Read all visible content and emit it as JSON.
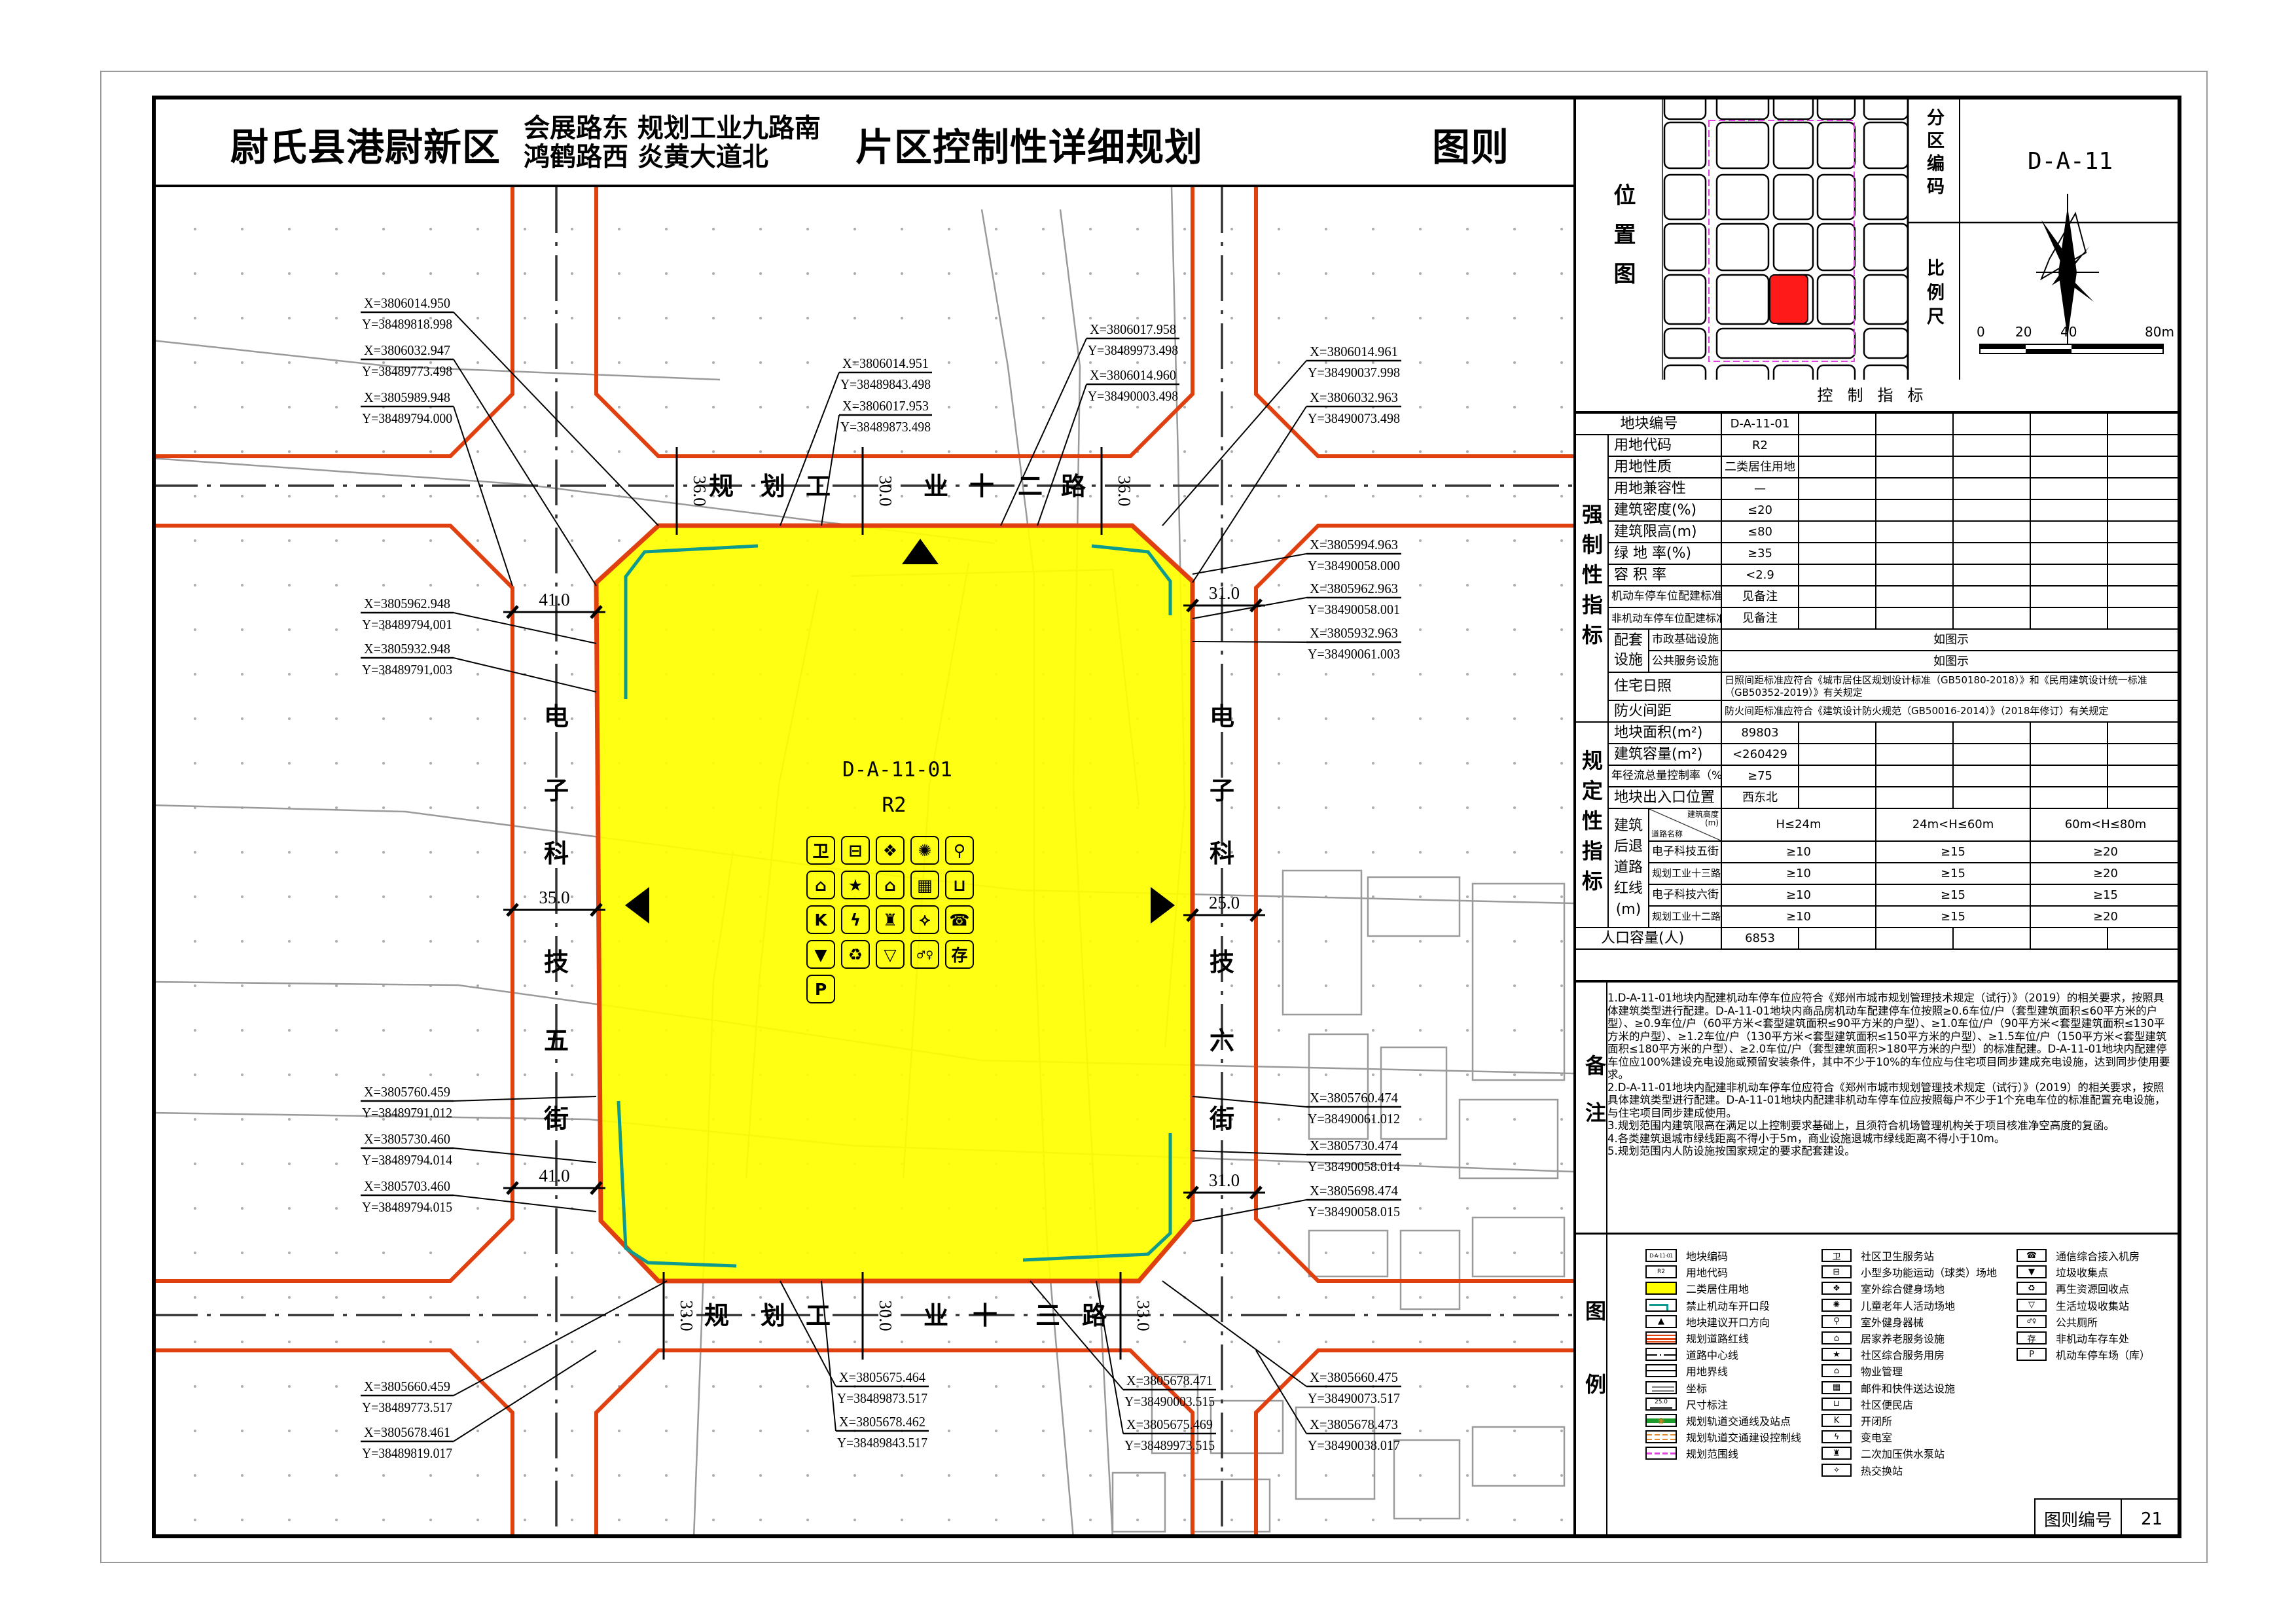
{
  "title": {
    "county": "尉氏县港尉新区",
    "loc_line1": "会展路东  规划工业九路南",
    "loc_line2": "鸿鹤路西  炎黄大道北",
    "plan": "片区控制性详细规划",
    "doc_type": "图则"
  },
  "location": {
    "label": "位置图",
    "zone_label": "分区编码",
    "zone_code": "D-A-11",
    "scale_label": "比例尺",
    "scale_ticks": [
      "0",
      "20",
      "40",
      "80m"
    ]
  },
  "control": {
    "title": "控制指标",
    "parcel_id_label": "地块编号",
    "parcel_id": "D-A-11-01",
    "mandatory_label": "强制性指标",
    "mandatory": [
      {
        "label": "用地代码",
        "value": "R2"
      },
      {
        "label": "用地性质",
        "value": "二类居住用地"
      },
      {
        "label": "用地兼容性",
        "value": "—"
      },
      {
        "label": "建筑密度(%)",
        "value": "≤20"
      },
      {
        "label": "建筑限高(m)",
        "value": "≤80"
      },
      {
        "label": "绿 地 率(%)",
        "value": "≥35"
      },
      {
        "label": "容 积 率",
        "value": "<2.9"
      },
      {
        "label": "机动车停车位配建标准",
        "value": "见备注"
      },
      {
        "label": "非机动车停车位配建标准",
        "value": "见备注"
      }
    ],
    "facilities": {
      "group": "配套设施",
      "rows": [
        {
          "label": "市政基础设施",
          "value": "如图示"
        },
        {
          "label": "公共服务设施",
          "value": "如图示"
        }
      ]
    },
    "sunlight": {
      "label": "住宅日照",
      "value": "日照间距标准应符合《城市居住区规划设计标准（GB50180-2018）》和《民用建筑设计统一标准（GB50352-2019）》有关规定"
    },
    "fire": {
      "label": "防火间距",
      "value": "防火间距标准应符合《建筑设计防火规范（GB50016-2014）》（2018年修订）有关规定"
    },
    "regulatory_label": "规定性指标",
    "regulatory": [
      {
        "label": "地块面积(m²)",
        "value": "89803"
      },
      {
        "label": "建筑容量(m²)",
        "value": "<260429"
      },
      {
        "label": "年径流总量控制率（%）",
        "value": "≥75"
      },
      {
        "label": "地块出入口位置",
        "value": "西东北"
      }
    ],
    "setback": {
      "group": "建筑后退道路红线(m)",
      "diag_top": "建筑高度(m)",
      "diag_bottom": "道路名称",
      "headers": [
        "H≤24m",
        "24m<H≤60m",
        "60m<H≤80m"
      ],
      "rows": [
        {
          "road": "电子科技五街",
          "values": [
            "≥10",
            "≥15",
            "≥20"
          ]
        },
        {
          "road": "规划工业十三路",
          "values": [
            "≥10",
            "≥15",
            "≥20"
          ]
        },
        {
          "road": "电子科技六街",
          "values": [
            "≥10",
            "≥15",
            "≥15"
          ]
        },
        {
          "road": "规划工业十二路",
          "values": [
            "≥10",
            "≥15",
            "≥20"
          ]
        }
      ]
    },
    "population": {
      "label": "人口容量(人)",
      "value": "6853"
    }
  },
  "notes": {
    "label": "备注",
    "items": [
      "1.D-A-11-01地块内配建机动车停车位应符合《郑州市城市规划管理技术规定（试行）》（2019）的相关要求，按照具体建筑类型进行配建。D-A-11-01地块内商品房机动车配建停车位按照≥0.6车位/户（套型建筑面积≤60平方米的户型）、≥0.9车位/户（60平方米<套型建筑面积≤90平方米的户型）、≥1.0车位/户（90平方米<套型建筑面积≤130平方米的户型）、≥1.2车位/户（130平方米<套型建筑面积≤150平方米的户型）、≥1.5车位/户（150平方米<套型建筑面积≤180平方米的户型）、≥2.0车位/户（套型建筑面积>180平方米的户型）的标准配建。D-A-11-01地块内配建停车位应100%建设充电设施或预留安装条件，其中不少于10%的车位应与住宅项目同步建成充电设施，达到同步使用要求。",
      "2.D-A-11-01地块内配建非机动车停车位应符合《郑州市城市规划管理技术规定（试行）》（2019）的相关要求，按照具体建筑类型进行配建。D-A-11-01地块内配建非机动车停车位应按照每户不少于1个充电车位的标准配置充电设施，与住宅项目同步建成使用。",
      "3.规划范围内建筑限高在满足以上控制要求基础上，且须符合机场管理机构关于项目核准净空高度的复函。",
      "4.各类建筑退城市绿线距离不得小于5m，商业设施退城市绿线距离不得小于10m。",
      "5.规划范围内人防设施按国家规定的要求配套建设。"
    ]
  },
  "legend": {
    "label": "图例",
    "samples": {
      "parcel_code": "D-A-11-01",
      "land_code": "R2",
      "dimension": "25.0"
    },
    "col1": [
      "地块编码",
      "用地代码",
      "二类居住用地",
      "禁止机动车开口段",
      "地块建议开口方向",
      "规划道路红线",
      "道路中心线",
      "用地界线",
      "坐标",
      "尺寸标注",
      "规划轨道交通线及站点",
      "规划轨道交通建设控制线",
      "规划范围线"
    ],
    "col2": [
      {
        "label": "社区卫生服务站",
        "icon": "health-station-icon",
        "glyph": "卫"
      },
      {
        "label": "小型多功能运动（球类）场地",
        "icon": "sports-court-icon",
        "glyph": "⊟"
      },
      {
        "label": "室外综合健身场地",
        "icon": "fitness-field-icon",
        "glyph": "❖"
      },
      {
        "label": "儿童老年人活动场地",
        "icon": "activity-ground-icon",
        "glyph": "✺"
      },
      {
        "label": "室外健身器械",
        "icon": "fitness-equipment-icon",
        "glyph": "⚲"
      },
      {
        "label": "居家养老服务设施",
        "icon": "elderly-care-icon",
        "glyph": "⌂"
      },
      {
        "label": "社区综合服务用房",
        "icon": "star-icon",
        "glyph": "★"
      },
      {
        "label": "物业管理",
        "icon": "property-house-icon",
        "glyph": "⌂"
      },
      {
        "label": "邮件和快件送达设施",
        "icon": "parcel-locker-icon",
        "glyph": "▦"
      },
      {
        "label": "社区便民店",
        "icon": "basket-icon",
        "glyph": "⊔"
      },
      {
        "label": "开闭所",
        "icon": "switch-station-icon",
        "glyph": "K"
      },
      {
        "label": "变电室",
        "icon": "lightning-icon",
        "glyph": "ϟ"
      },
      {
        "label": "二次加压供水泵站",
        "icon": "water-pump-icon",
        "glyph": "♜"
      },
      {
        "label": "热交换站",
        "icon": "heat-exchange-icon",
        "glyph": "⟡"
      }
    ],
    "col3": [
      {
        "label": "通信综合接入机房",
        "icon": "telecom-icon",
        "glyph": "☎"
      },
      {
        "label": "垃圾收集点",
        "icon": "trash-bin-icon",
        "glyph": "▼"
      },
      {
        "label": "再生资源回收点",
        "icon": "recycle-icon",
        "glyph": "♻"
      },
      {
        "label": "生活垃圾收集站",
        "icon": "garbage-station-icon",
        "glyph": "▽"
      },
      {
        "label": "公共厕所",
        "icon": "toilet-icon",
        "glyph": "♂♀"
      },
      {
        "label": "非机动车存车处",
        "icon": "bike-parking-icon",
        "glyph": "存"
      },
      {
        "label": "机动车停车场（库）",
        "icon": "parking-icon",
        "glyph": "P"
      }
    ]
  },
  "sheet": {
    "label": "图则编号",
    "number": "21"
  },
  "map": {
    "parcel_id": "D-A-11-01",
    "land_code": "R2",
    "roads": {
      "north": "规划工业十二路",
      "south": "规划工业十三路",
      "west": "电子科技五街",
      "east": "电子科技六街"
    },
    "dims": {
      "north": [
        "36.0",
        "30.0",
        "36.0"
      ],
      "south": [
        "33.0",
        "30.0",
        "33.0"
      ],
      "west": [
        "41.0",
        "35.0",
        "41.0"
      ],
      "east": [
        "31.0",
        "25.0",
        "31.0"
      ]
    },
    "facility_icons": [
      {
        "icon": "health-station-icon",
        "glyph": "卫"
      },
      {
        "icon": "sports-court-icon",
        "glyph": "⊟"
      },
      {
        "icon": "fitness-field-icon",
        "glyph": "❖"
      },
      {
        "icon": "activity-ground-icon",
        "glyph": "✺"
      },
      {
        "icon": "fitness-equipment-icon",
        "glyph": "⚲"
      },
      {
        "icon": "elderly-care-icon",
        "glyph": "⌂"
      },
      {
        "icon": "star-icon",
        "glyph": "★"
      },
      {
        "icon": "property-house-icon",
        "glyph": "⌂"
      },
      {
        "icon": "parcel-locker-icon",
        "glyph": "▦"
      },
      {
        "icon": "basket-icon",
        "glyph": "⊔"
      },
      {
        "icon": "switch-station-icon",
        "glyph": "K"
      },
      {
        "icon": "lightning-icon",
        "glyph": "ϟ"
      },
      {
        "icon": "water-pump-icon",
        "glyph": "♜"
      },
      {
        "icon": "heat-exchange-icon",
        "glyph": "⟡"
      },
      {
        "icon": "telecom-icon",
        "glyph": "☎"
      },
      {
        "icon": "trash-bin-icon",
        "glyph": "▼"
      },
      {
        "icon": "recycle-icon",
        "glyph": "♻"
      },
      {
        "icon": "garbage-station-icon",
        "glyph": "▽"
      },
      {
        "icon": "toilet-icon",
        "glyph": "♂♀"
      },
      {
        "icon": "bike-parking-icon",
        "glyph": "存"
      },
      {
        "icon": "parking-icon",
        "glyph": "P"
      }
    ],
    "coordinates": [
      {
        "x": "X=3806014.950",
        "y": "Y=38489818.998"
      },
      {
        "x": "X=3806032.947",
        "y": "Y=38489773.498"
      },
      {
        "x": "X=3805989.948",
        "y": "Y=38489794.000"
      },
      {
        "x": "X=3806014.951",
        "y": "Y=38489843.498"
      },
      {
        "x": "X=3806017.953",
        "y": "Y=38489873.498"
      },
      {
        "x": "X=3806017.958",
        "y": "Y=38489973.498"
      },
      {
        "x": "X=3806014.960",
        "y": "Y=38490003.498"
      },
      {
        "x": "X=3806014.961",
        "y": "Y=38490037.998"
      },
      {
        "x": "X=3806032.963",
        "y": "Y=38490073.498"
      },
      {
        "x": "X=3805994.963",
        "y": "Y=38490058.000"
      },
      {
        "x": "X=3805962.963",
        "y": "Y=38490058.001"
      },
      {
        "x": "X=3805932.963",
        "y": "Y=38490061.003"
      },
      {
        "x": "X=3805962.948",
        "y": "Y=38489794.001"
      },
      {
        "x": "X=3805932.948",
        "y": "Y=38489791.003"
      },
      {
        "x": "X=3805760.459",
        "y": "Y=38489791.012"
      },
      {
        "x": "X=3805730.460",
        "y": "Y=38489794.014"
      },
      {
        "x": "X=3805703.460",
        "y": "Y=38489794.015"
      },
      {
        "x": "X=3805760.474",
        "y": "Y=38490061.012"
      },
      {
        "x": "X=3805730.474",
        "y": "Y=38490058.014"
      },
      {
        "x": "X=3805698.474",
        "y": "Y=38490058.015"
      },
      {
        "x": "X=3805660.459",
        "y": "Y=38489773.517"
      },
      {
        "x": "X=3805678.461",
        "y": "Y=38489819.017"
      },
      {
        "x": "X=3805675.464",
        "y": "Y=38489873.517"
      },
      {
        "x": "X=3805678.462",
        "y": "Y=38489843.517"
      },
      {
        "x": "X=3805678.471",
        "y": "Y=38490003.515"
      },
      {
        "x": "X=3805675.469",
        "y": "Y=38489973.515"
      },
      {
        "x": "X=3805660.475",
        "y": "Y=38490073.517"
      },
      {
        "x": "X=3805678.473",
        "y": "Y=38490038.017"
      }
    ]
  },
  "colors": {
    "parcel_fill": "#ffff00",
    "red_line": "#e0400f",
    "no_access": "#0e9a8e",
    "location_highlight": "#ff1a1a",
    "planning_boundary": "#e040e0"
  }
}
